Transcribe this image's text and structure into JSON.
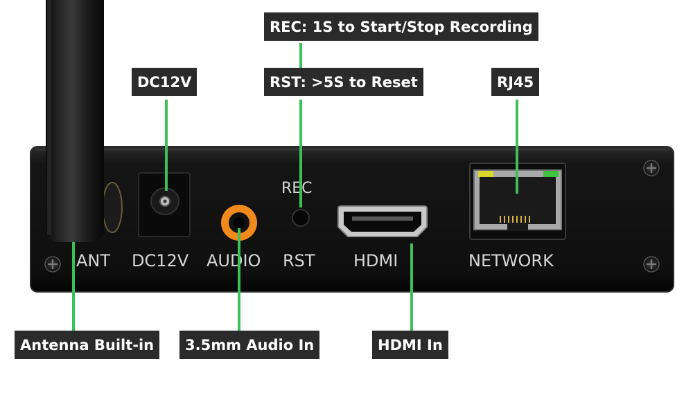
{
  "panel_labels": {
    "ant": "ANT",
    "dc": "DC12V",
    "audio": "AUDIO",
    "rec": "REC",
    "rst": "RST",
    "hdmi": "HDMI",
    "network": "NETWORK"
  },
  "callouts": {
    "rec": "REC: 1S to Start/Stop Recording",
    "rst": "RST: >5S to Reset",
    "dc": "DC12V",
    "rj45": "RJ45",
    "antenna": "Antenna Built-in",
    "audio": "3.5mm Audio In",
    "hdmi": "HDMI In"
  },
  "colors": {
    "leader_line": "#3dbf5a",
    "callout_bg": "#2b2b2b",
    "callout_text": "#ffffff",
    "panel": "#121212",
    "silkscreen": "#d6d6d6",
    "audio_jack": "#f08a1c",
    "led_left": "#d8d62a",
    "led_right": "#3fc23f"
  }
}
